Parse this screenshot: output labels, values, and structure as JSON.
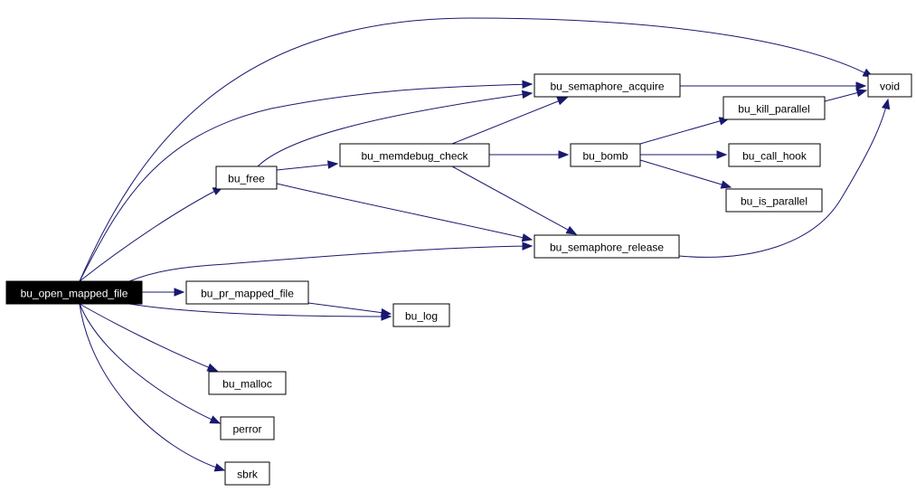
{
  "nodes": [
    {
      "id": "bu_open_mapped_file",
      "label": "bu_open_mapped_file",
      "root": true
    },
    {
      "id": "bu_free",
      "label": "bu_free"
    },
    {
      "id": "bu_pr_mapped_file",
      "label": "bu_pr_mapped_file"
    },
    {
      "id": "bu_log",
      "label": "bu_log"
    },
    {
      "id": "bu_malloc",
      "label": "bu_malloc"
    },
    {
      "id": "perror",
      "label": "perror"
    },
    {
      "id": "sbrk",
      "label": "sbrk"
    },
    {
      "id": "bu_memdebug_check",
      "label": "bu_memdebug_check"
    },
    {
      "id": "bu_semaphore_acquire",
      "label": "bu_semaphore_acquire"
    },
    {
      "id": "bu_semaphore_release",
      "label": "bu_semaphore_release"
    },
    {
      "id": "bu_bomb",
      "label": "bu_bomb"
    },
    {
      "id": "bu_kill_parallel",
      "label": "bu_kill_parallel"
    },
    {
      "id": "bu_call_hook",
      "label": "bu_call_hook"
    },
    {
      "id": "bu_is_parallel",
      "label": "bu_is_parallel"
    },
    {
      "id": "void",
      "label": "void"
    }
  ],
  "edges": [
    {
      "from": "bu_open_mapped_file",
      "to": "void"
    },
    {
      "from": "bu_open_mapped_file",
      "to": "bu_semaphore_acquire"
    },
    {
      "from": "bu_open_mapped_file",
      "to": "bu_free"
    },
    {
      "from": "bu_open_mapped_file",
      "to": "bu_semaphore_release"
    },
    {
      "from": "bu_open_mapped_file",
      "to": "bu_pr_mapped_file"
    },
    {
      "from": "bu_open_mapped_file",
      "to": "bu_log"
    },
    {
      "from": "bu_open_mapped_file",
      "to": "bu_malloc"
    },
    {
      "from": "bu_open_mapped_file",
      "to": "perror"
    },
    {
      "from": "bu_open_mapped_file",
      "to": "sbrk"
    },
    {
      "from": "bu_free",
      "to": "bu_semaphore_acquire"
    },
    {
      "from": "bu_free",
      "to": "bu_memdebug_check"
    },
    {
      "from": "bu_free",
      "to": "bu_semaphore_release"
    },
    {
      "from": "bu_memdebug_check",
      "to": "bu_semaphore_acquire"
    },
    {
      "from": "bu_memdebug_check",
      "to": "bu_bomb"
    },
    {
      "from": "bu_memdebug_check",
      "to": "bu_semaphore_release"
    },
    {
      "from": "bu_bomb",
      "to": "bu_kill_parallel"
    },
    {
      "from": "bu_bomb",
      "to": "bu_call_hook"
    },
    {
      "from": "bu_bomb",
      "to": "bu_is_parallel"
    },
    {
      "from": "bu_kill_parallel",
      "to": "void"
    },
    {
      "from": "bu_semaphore_acquire",
      "to": "void"
    },
    {
      "from": "bu_semaphore_release",
      "to": "void"
    },
    {
      "from": "bu_pr_mapped_file",
      "to": "bu_log"
    }
  ]
}
